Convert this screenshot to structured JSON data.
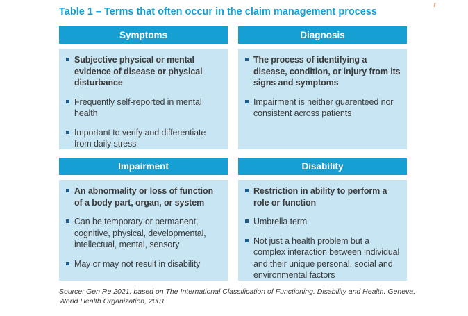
{
  "title": "Table 1 – Terms that often occur in the claim management process",
  "colors": {
    "accent_cyan": "#159FD2",
    "panel_light_blue": "#C8E5F3",
    "bullet_navy": "#1D5C8D",
    "body_text": "#3B3B3B"
  },
  "table": {
    "cells": [
      {
        "header": "Symptoms",
        "bullets": [
          {
            "text": "Subjective physical or mental evidence of disease or physical disturbance",
            "bold": true
          },
          {
            "text": "Frequently self-reported in mental health",
            "bold": false
          },
          {
            "text": "Important to verify and differentiate from daily stress",
            "bold": false
          }
        ]
      },
      {
        "header": "Diagnosis",
        "bullets": [
          {
            "text": "The process of identifying a disease, condition, or injury from its signs and symptoms",
            "bold": true
          },
          {
            "text": "Impairment is neither guarenteed nor consistent across patients",
            "bold": false
          }
        ]
      },
      {
        "header": "Impairment",
        "bullets": [
          {
            "text": "An abnormality or loss of function of a body part, organ, or system",
            "bold": true
          },
          {
            "text": "Can be temporary or permanent, cognitive, physical, developmental, intellectual, mental, sensory",
            "bold": false
          },
          {
            "text": "May or may not result in disability",
            "bold": false
          }
        ]
      },
      {
        "header": "Disability",
        "bullets": [
          {
            "text": "Restriction in ability to perform a role or function",
            "bold": true
          },
          {
            "text": "Umbrella term",
            "bold": false
          },
          {
            "text": "Not just a health problem but a complex interaction between individual and their unique personal, social and environmental factors",
            "bold": false
          }
        ]
      }
    ]
  },
  "source": {
    "lines": [
      "Source: Gen Re 2021, based on The International Classification of Functioning. Disability and Health. Geneva,",
      "World Health Organization, 2001"
    ]
  }
}
